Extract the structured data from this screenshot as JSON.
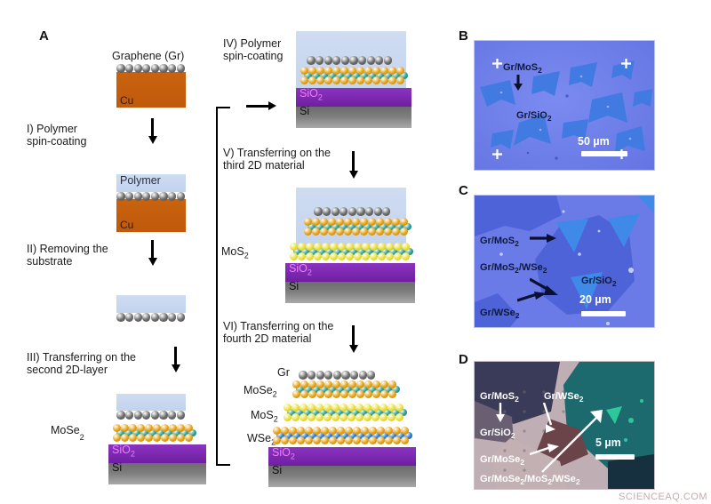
{
  "figure": {
    "watermark": "SCIENCEAQ.COM"
  },
  "panels": {
    "A": {
      "letter": "A",
      "steps": [
        {
          "id": "I",
          "text": "I) Polymer\nspin-coating"
        },
        {
          "id": "II",
          "text": "II) Removing the\nsubstrate"
        },
        {
          "id": "III",
          "text": "III) Transferring on the\nsecond 2D-layer"
        },
        {
          "id": "IV",
          "text": "IV) Polymer\nspin-coating"
        },
        {
          "id": "V",
          "text": "V) Transferring on the\nthird 2D material"
        },
        {
          "id": "VI",
          "text": "VI) Transferring on the\nfourth 2D material"
        }
      ],
      "labels": {
        "graphene": "Graphene (Gr)",
        "cu": "Cu",
        "polymer": "Polymer",
        "sio2": "SiO2",
        "si": "Si",
        "mose2": "MoSe2",
        "mos2": "MoS2",
        "wse2": "WSe2",
        "gr": "Gr"
      }
    },
    "B": {
      "letter": "B",
      "annotations": [
        "Gr/MoS2",
        "Gr/SiO2"
      ],
      "scale": "50 µm"
    },
    "C": {
      "letter": "C",
      "annotations": [
        "Gr/MoS2",
        "Gr/MoS2/WSe2",
        "Gr/WSe2",
        "Gr/SiO2"
      ],
      "scale": "20 µm"
    },
    "D": {
      "letter": "D",
      "annotations": [
        "Gr/MoS2",
        "Gr/WSe2",
        "Gr/SiO2",
        "Gr/MoSe2",
        "Gr/MoSe2/MoS2/WSe2"
      ],
      "scale": "5 µm"
    }
  },
  "colors": {
    "cu": "#c4600f",
    "polymer": "#c9d8f0",
    "sio2": "#7b27b0",
    "sio2_text": "#f07df5",
    "si": "#7d7d7d",
    "carbon_atom": "#6e6e6e",
    "mo_atom": "#e8a317",
    "se_atom": "#2fa39a",
    "s_atom": "#ece03a",
    "w_atom": "#2a7fd4",
    "micro_b_bg": "#6f7fe8",
    "micro_b_flake": "#3f7ae0",
    "micro_c_bg": "#5f6fe0",
    "micro_d_bg": "#b9a6ad"
  }
}
